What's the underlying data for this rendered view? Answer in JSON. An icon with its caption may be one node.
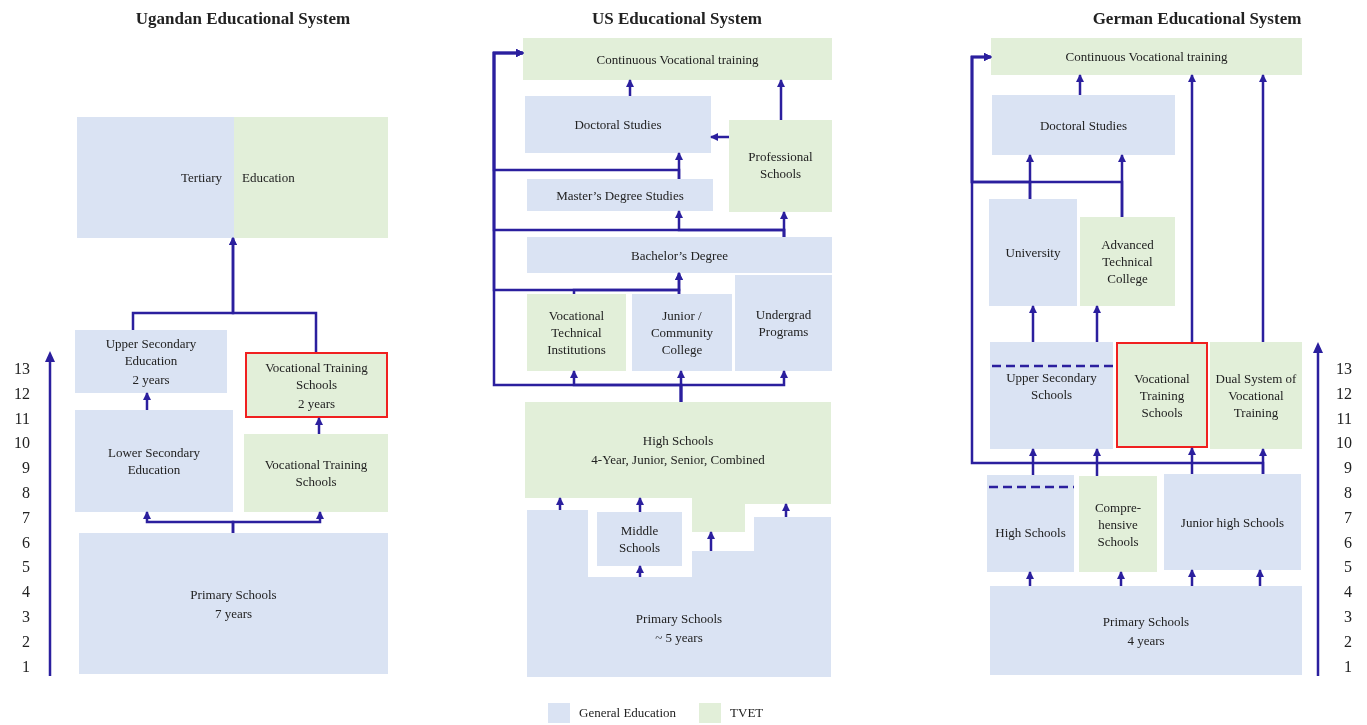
{
  "diagram": {
    "nodes": [
      {
        "text": [
          "Tertiary"
        ]
      },
      {
        "text": [
          "Education"
        ]
      },
      {
        "text": [
          "Upper Secondary Education",
          "2 years"
        ]
      },
      {
        "text": [
          "Vocational Training Schools",
          "2 years"
        ]
      },
      {
        "text": [
          "Lower Secondary Education"
        ]
      },
      {
        "text": [
          "Vocational Training Schools"
        ]
      },
      {
        "text": [
          "Primary Schools",
          "7 years"
        ]
      },
      {
        "text": [
          "Continuous Vocational training"
        ]
      },
      {
        "text": [
          "Doctoral Studies"
        ]
      },
      {
        "text": [
          "Professional Schools"
        ]
      },
      {
        "text": [
          "Master’s Degree Studies"
        ]
      },
      {
        "text": [
          "Bachelor’s Degree"
        ]
      },
      {
        "text": [
          "Vocational Technical Institutions"
        ]
      },
      {
        "text": [
          "Junior / Community College"
        ]
      },
      {
        "text": [
          "Undergrad Programs"
        ]
      },
      {
        "text": [
          "High Schools",
          "4-Year, Junior, Senior, Combined"
        ]
      },
      {
        "text": [
          "Middle Schools"
        ]
      },
      {
        "text": [
          "Primary Schools",
          "~ 5 years"
        ]
      },
      {
        "text": [
          "Continuous Vocational training"
        ]
      },
      {
        "text": [
          "Doctoral Studies"
        ]
      },
      {
        "text": [
          "University"
        ]
      },
      {
        "text": [
          "Advanced Technical College"
        ]
      },
      {
        "text": [
          "Upper Secondary Schools"
        ]
      },
      {
        "text": [
          "Vocational Training Schools"
        ]
      },
      {
        "text": [
          "Dual System of Vocational Training"
        ]
      },
      {
        "text": [
          "High Schools"
        ]
      },
      {
        "text": [
          "Compre- hensive Schools"
        ]
      },
      {
        "text": [
          "Junior high Schools"
        ]
      },
      {
        "text": [
          "Primary Schools",
          "4 years"
        ]
      }
    ],
    "edges": [
      {
        "from": 2,
        "to": 0,
        "arrow": "to"
      },
      {
        "from": 3,
        "to": 0,
        "arrow": "to"
      },
      {
        "from": 4,
        "to": 2,
        "arrow": "to"
      },
      {
        "from": 5,
        "to": 3,
        "arrow": "to"
      },
      {
        "from": 6,
        "to": 4,
        "arrow": "to"
      },
      {
        "from": 6,
        "to": 5,
        "arrow": "to"
      },
      {
        "from": 8,
        "to": 7,
        "arrow": "to"
      },
      {
        "from": 9,
        "to": 7,
        "arrow": "to"
      },
      {
        "from": 9,
        "to": 8,
        "arrow": "to"
      },
      {
        "from": 10,
        "to": 8,
        "arrow": "to"
      },
      {
        "from": 10,
        "to": 7,
        "arrow": "to"
      },
      {
        "from": 11,
        "to": 10,
        "arrow": "to"
      },
      {
        "from": 11,
        "to": 9,
        "arrow": "to"
      },
      {
        "from": 11,
        "to": 7,
        "arrow": "to"
      },
      {
        "from": 12,
        "to": 11,
        "arrow": "to"
      },
      {
        "from": 13,
        "to": 11,
        "arrow": "to"
      },
      {
        "from": 13,
        "to": 7,
        "arrow": "to"
      },
      {
        "from": 15,
        "to": 12,
        "arrow": "to"
      },
      {
        "from": 15,
        "to": 13,
        "arrow": "to"
      },
      {
        "from": 15,
        "to": 14,
        "arrow": "to"
      },
      {
        "from": 15,
        "to": 7,
        "arrow": "to"
      },
      {
        "from": 16,
        "to": 15,
        "arrow": "to"
      },
      {
        "from": 17,
        "to": 16,
        "arrow": "to"
      },
      {
        "from": 17,
        "to": 15,
        "arrow": "to"
      },
      {
        "from": 17,
        "to": 15,
        "arrow": "to"
      },
      {
        "from": 17,
        "to": 15,
        "arrow": "to"
      },
      {
        "from": 19,
        "to": 18,
        "arrow": "to"
      },
      {
        "from": 20,
        "to": 19,
        "arrow": "to"
      },
      {
        "from": 21,
        "to": 19,
        "arrow": "to"
      },
      {
        "from": 21,
        "to": 18,
        "arrow": "to"
      },
      {
        "from": 20,
        "to": 18,
        "arrow": "to"
      },
      {
        "from": 22,
        "to": 20,
        "arrow": "to"
      },
      {
        "from": 22,
        "to": 21,
        "arrow": "to"
      },
      {
        "from": 23,
        "to": 18,
        "arrow": "to"
      },
      {
        "from": 24,
        "to": 18,
        "arrow": "to"
      },
      {
        "from": 25,
        "to": 22,
        "arrow": "to"
      },
      {
        "from": 26,
        "to": 22,
        "arrow": "to"
      },
      {
        "from": 27,
        "to": 23,
        "arrow": "to"
      },
      {
        "from": 27,
        "to": 24,
        "arrow": "to"
      },
      {
        "from": 27,
        "to": 18,
        "arrow": "to"
      },
      {
        "from": 28,
        "to": 25,
        "arrow": "to"
      },
      {
        "from": 28,
        "to": 26,
        "arrow": "to"
      },
      {
        "from": 28,
        "to": 27,
        "arrow": "to"
      },
      {
        "from": 28,
        "to": 27,
        "arrow": "to"
      }
    ],
    "labels": [
      "Ugandan Educational System",
      "US Educational System",
      "German Educational System",
      "13",
      "12",
      "11",
      "10",
      "9",
      "8",
      "7",
      "6",
      "5",
      "4",
      "3",
      "2",
      "1",
      "13",
      "12",
      "11",
      "10",
      "9",
      "8",
      "7",
      "6",
      "5",
      "4",
      "3",
      "2",
      "1"
    ],
    "legend": [
      {
        "text": "General Education",
        "color": "#dae3f3"
      },
      {
        "text": "TVET",
        "color": "#e2efd9"
      }
    ]
  }
}
